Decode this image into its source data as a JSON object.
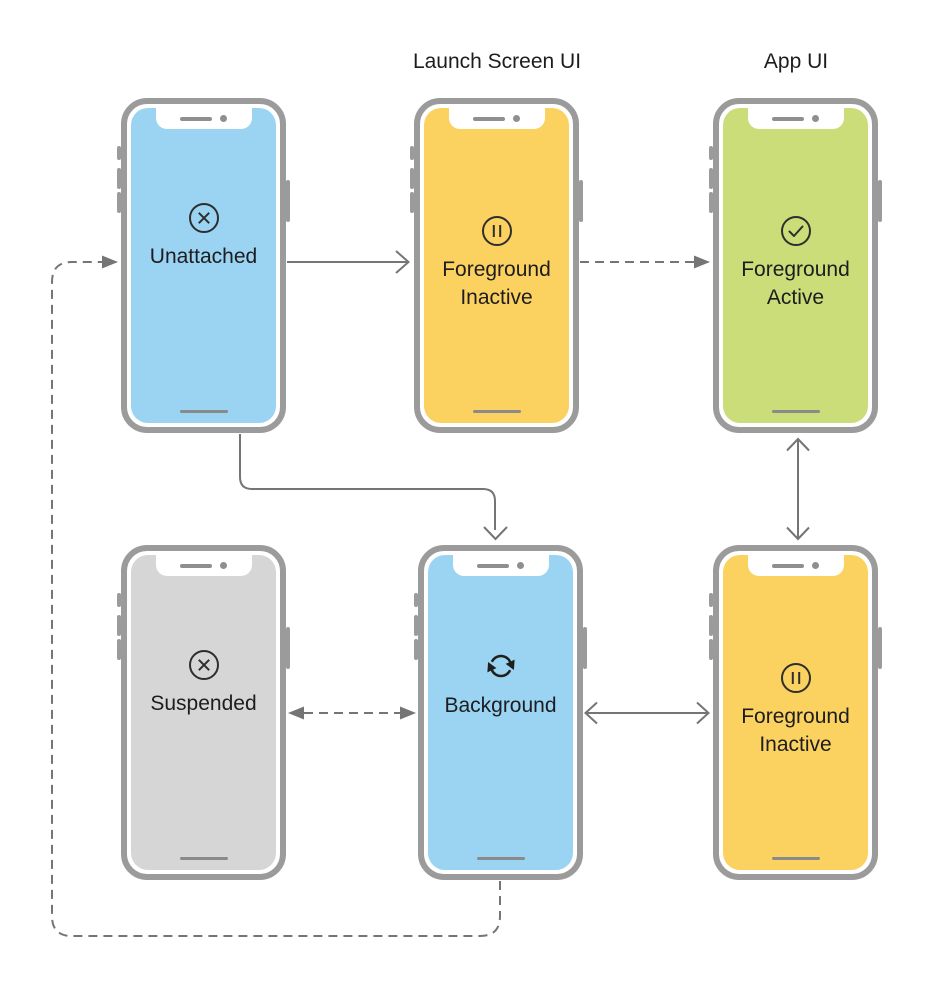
{
  "headers": [
    {
      "label": "Launch Screen UI"
    },
    {
      "label": "App UI"
    }
  ],
  "phones": [
    {
      "id": "unattached",
      "label": "Unattached",
      "icon": "cross-circle-icon",
      "screen_color": "#9AD4F2"
    },
    {
      "id": "foreground-inactive-launch",
      "label": "Foreground Inactive",
      "icon": "pause-circle-icon",
      "screen_color": "#FBD260"
    },
    {
      "id": "foreground-active",
      "label": "Foreground Active",
      "icon": "check-circle-icon",
      "screen_color": "#CADD79"
    },
    {
      "id": "suspended",
      "label": "Suspended",
      "icon": "cross-circle-icon",
      "screen_color": "#D6D6D6"
    },
    {
      "id": "background",
      "label": "Background",
      "icon": "sync-icon",
      "screen_color": "#9AD4F2"
    },
    {
      "id": "foreground-inactive-app",
      "label": "Foreground Inactive",
      "icon": "pause-circle-icon",
      "screen_color": "#FBD260"
    }
  ],
  "edges": [
    {
      "from": "unattached",
      "to": "foreground-inactive-launch",
      "line": "solid",
      "bidirectional": false
    },
    {
      "from": "foreground-inactive-launch",
      "to": "foreground-active",
      "line": "dashed",
      "bidirectional": false
    },
    {
      "from": "unattached",
      "to": "background",
      "line": "solid",
      "bidirectional": false
    },
    {
      "from": "foreground-active",
      "to": "foreground-inactive-app",
      "line": "solid",
      "bidirectional": true
    },
    {
      "from": "suspended",
      "to": "background",
      "line": "dashed",
      "bidirectional": true
    },
    {
      "from": "background",
      "to": "foreground-inactive-app",
      "line": "solid",
      "bidirectional": true
    },
    {
      "from": "background",
      "to": "unattached",
      "line": "dashed",
      "bidirectional": false
    }
  ],
  "colors": {
    "canvas_background": "#FFFFFF",
    "phone_frame": "#9B9B9B",
    "arrow": "#757575",
    "label_text": "#1D1D1F",
    "icon_stroke": "#2E2E2E",
    "hardware_detail": "#8F8F8F"
  }
}
